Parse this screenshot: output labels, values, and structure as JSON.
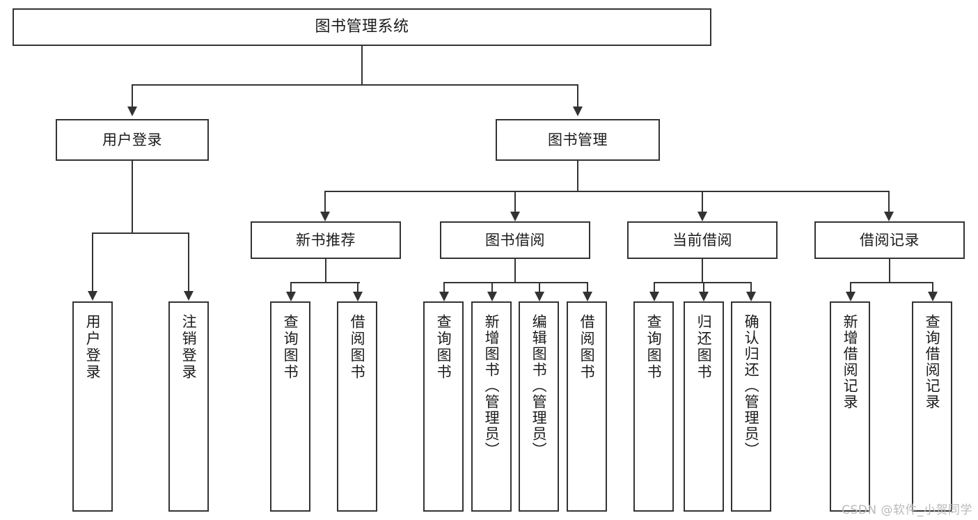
{
  "diagram": {
    "title": "图书管理系统",
    "type": "tree",
    "watermark": "CSDN @软件_小贺同学",
    "colors": {
      "stroke": "#333333",
      "fill": "#ffffff",
      "text": "#1b1b1b",
      "watermark": "#b9b9b9"
    },
    "root": {
      "label": "图书管理系统"
    },
    "level2": [
      {
        "label": "用户登录"
      },
      {
        "label": "图书管理"
      }
    ],
    "level3": [
      {
        "label": "新书推荐"
      },
      {
        "label": "图书借阅"
      },
      {
        "label": "当前借阅"
      },
      {
        "label": "借阅记录"
      }
    ],
    "leaves": {
      "user_login": [
        {
          "label": "用户登录"
        },
        {
          "label": "注销登录"
        }
      ],
      "new_book": [
        {
          "label": "查询图书"
        },
        {
          "label": "借阅图书"
        }
      ],
      "borrow": [
        {
          "label": "查询图书"
        },
        {
          "label": "新增图书（管理员）"
        },
        {
          "label": "编辑图书（管理员）"
        },
        {
          "label": "借阅图书"
        }
      ],
      "current": [
        {
          "label": "查询图书"
        },
        {
          "label": "归还图书"
        },
        {
          "label": "确认归还（管理员）"
        }
      ],
      "records": [
        {
          "label": "新增借阅记录"
        },
        {
          "label": "查询借阅记录"
        }
      ]
    }
  }
}
